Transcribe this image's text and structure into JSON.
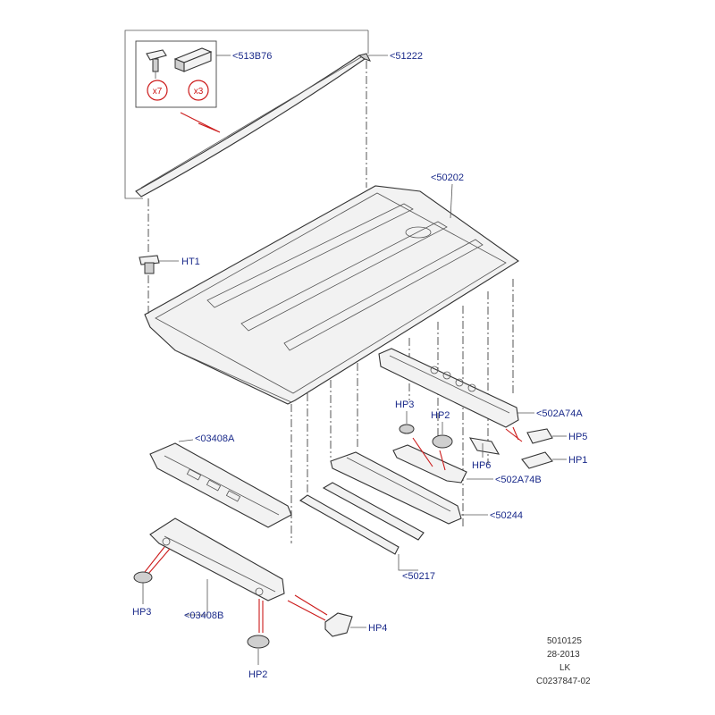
{
  "callouts": {
    "c513b76": "<513B76",
    "c51222": "<51222",
    "c50202": "<50202",
    "ht1": "HT1",
    "hp3_top": "HP3",
    "hp2_top": "HP2",
    "c502a74a": "<502A74A",
    "hp5": "HP5",
    "hp6": "HP6",
    "hp1": "HP1",
    "c03408a": "<03408A",
    "c502a74b": "<502A74B",
    "c50244": "<50244",
    "c50217": "<50217",
    "hp3_bottom": "HP3",
    "c03408b": "<03408B",
    "hp4": "HP4",
    "hp2_bottom": "HP2"
  },
  "quantities": {
    "qty_clips": "x7",
    "qty_blocks": "x3"
  },
  "footer": {
    "line1": "5010125",
    "line2": "28-2013",
    "line3": "LK",
    "line4": "C0237847-02"
  },
  "colors": {
    "callout_text": "#1a2a8a",
    "highlight_red": "#cc1a1a"
  }
}
